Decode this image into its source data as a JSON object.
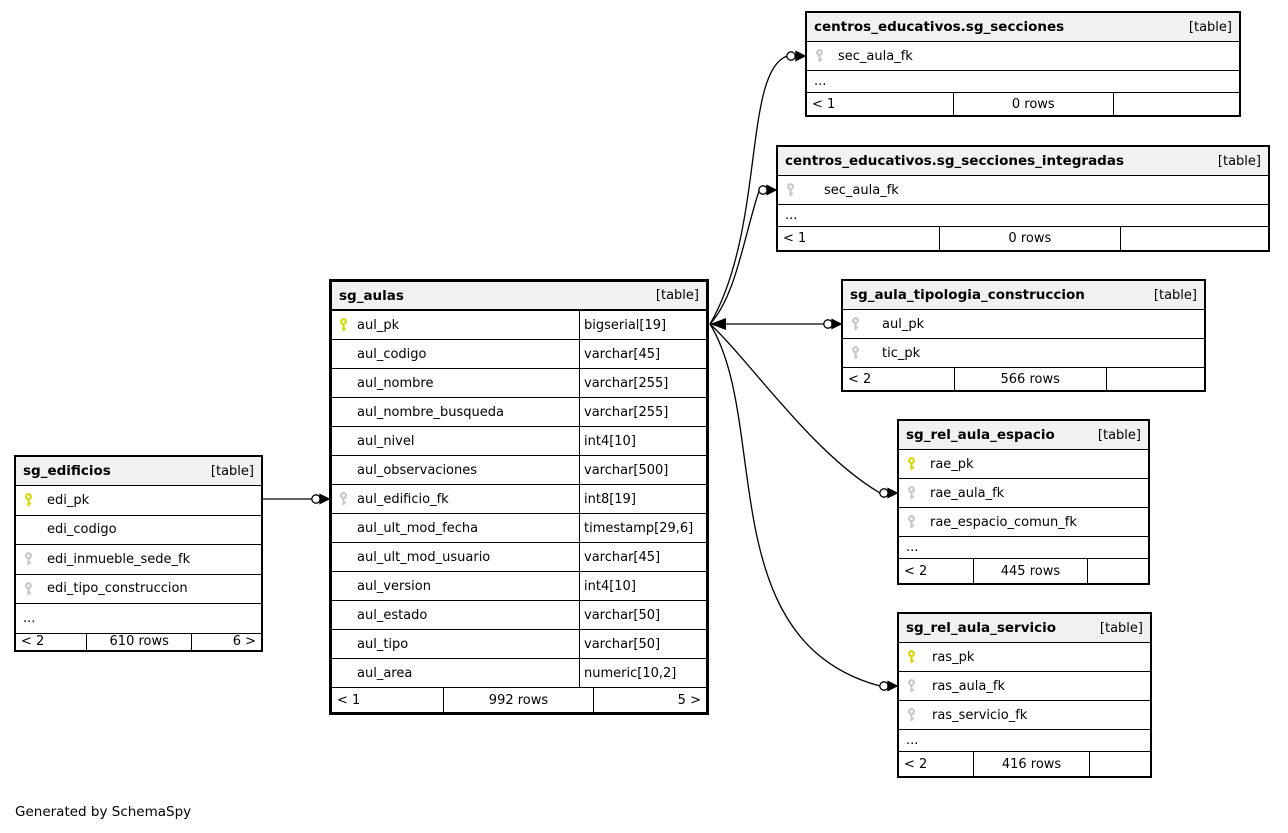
{
  "diagram": {
    "generated_by": "Generated by SchemaSpy"
  },
  "tables": {
    "edificios": {
      "title": "sg_edificios",
      "tag": "[table]",
      "columns": [
        {
          "name": "edi_pk",
          "key": "pk"
        },
        {
          "name": "edi_codigo",
          "key": ""
        },
        {
          "name": "edi_inmueble_sede_fk",
          "key": "fk"
        },
        {
          "name": "edi_tipo_construccion",
          "key": "fk"
        }
      ],
      "ellipsis": "...",
      "footer": {
        "left": "< 2",
        "center": "610 rows",
        "right": "6 >"
      }
    },
    "aulas": {
      "title": "sg_aulas",
      "tag": "[table]",
      "columns": [
        {
          "name": "aul_pk",
          "type": "bigserial[19]",
          "key": "pk"
        },
        {
          "name": "aul_codigo",
          "type": "varchar[45]",
          "key": ""
        },
        {
          "name": "aul_nombre",
          "type": "varchar[255]",
          "key": ""
        },
        {
          "name": "aul_nombre_busqueda",
          "type": "varchar[255]",
          "key": ""
        },
        {
          "name": "aul_nivel",
          "type": "int4[10]",
          "key": ""
        },
        {
          "name": "aul_observaciones",
          "type": "varchar[500]",
          "key": ""
        },
        {
          "name": "aul_edificio_fk",
          "type": "int8[19]",
          "key": "fk"
        },
        {
          "name": "aul_ult_mod_fecha",
          "type": "timestamp[29,6]",
          "key": ""
        },
        {
          "name": "aul_ult_mod_usuario",
          "type": "varchar[45]",
          "key": ""
        },
        {
          "name": "aul_version",
          "type": "int4[10]",
          "key": ""
        },
        {
          "name": "aul_estado",
          "type": "varchar[50]",
          "key": ""
        },
        {
          "name": "aul_tipo",
          "type": "varchar[50]",
          "key": ""
        },
        {
          "name": "aul_area",
          "type": "numeric[10,2]",
          "key": ""
        }
      ],
      "footer": {
        "left": "< 1",
        "center": "992 rows",
        "right": "5 >"
      }
    },
    "secciones": {
      "title": "centros_educativos.sg_secciones",
      "tag": "[table]",
      "columns": [
        {
          "name": "sec_aula_fk",
          "key": "fk"
        }
      ],
      "ellipsis": "...",
      "footer": {
        "left": "< 1",
        "center": "0 rows",
        "right": ""
      }
    },
    "secciones_integradas": {
      "title": "centros_educativos.sg_secciones_integradas",
      "tag": "[table]",
      "columns": [
        {
          "name": "sec_aula_fk",
          "key": "fk"
        }
      ],
      "ellipsis": "...",
      "footer": {
        "left": "< 1",
        "center": "0 rows",
        "right": ""
      }
    },
    "tipologia": {
      "title": "sg_aula_tipologia_construccion",
      "tag": "[table]",
      "columns": [
        {
          "name": "aul_pk",
          "key": "fk"
        },
        {
          "name": "tic_pk",
          "key": "fk"
        }
      ],
      "footer": {
        "left": "< 2",
        "center": "566 rows",
        "right": ""
      }
    },
    "rel_espacio": {
      "title": "sg_rel_aula_espacio",
      "tag": "[table]",
      "columns": [
        {
          "name": "rae_pk",
          "key": "pk"
        },
        {
          "name": "rae_aula_fk",
          "key": "fk"
        },
        {
          "name": "rae_espacio_comun_fk",
          "key": "fk"
        }
      ],
      "ellipsis": "...",
      "footer": {
        "left": "< 2",
        "center": "445 rows",
        "right": ""
      }
    },
    "rel_servicio": {
      "title": "sg_rel_aula_servicio",
      "tag": "[table]",
      "columns": [
        {
          "name": "ras_pk",
          "key": "pk"
        },
        {
          "name": "ras_aula_fk",
          "key": "fk"
        },
        {
          "name": "ras_servicio_fk",
          "key": "fk"
        }
      ],
      "ellipsis": "...",
      "footer": {
        "left": "< 2",
        "center": "416 rows",
        "right": ""
      }
    }
  },
  "relationships": [
    {
      "from": "sg_edificios.edi_pk",
      "to": "sg_aulas.aul_edificio_fk"
    },
    {
      "from": "sg_aulas.aul_pk",
      "to": "centros_educativos.sg_secciones.sec_aula_fk"
    },
    {
      "from": "sg_aulas.aul_pk",
      "to": "centros_educativos.sg_secciones_integradas.sec_aula_fk"
    },
    {
      "from": "sg_aulas.aul_pk",
      "to": "sg_aula_tipologia_construccion.aul_pk"
    },
    {
      "from": "sg_aulas.aul_pk",
      "to": "sg_rel_aula_espacio.rae_aula_fk"
    },
    {
      "from": "sg_aulas.aul_pk",
      "to": "sg_rel_aula_servicio.ras_aula_fk"
    }
  ]
}
